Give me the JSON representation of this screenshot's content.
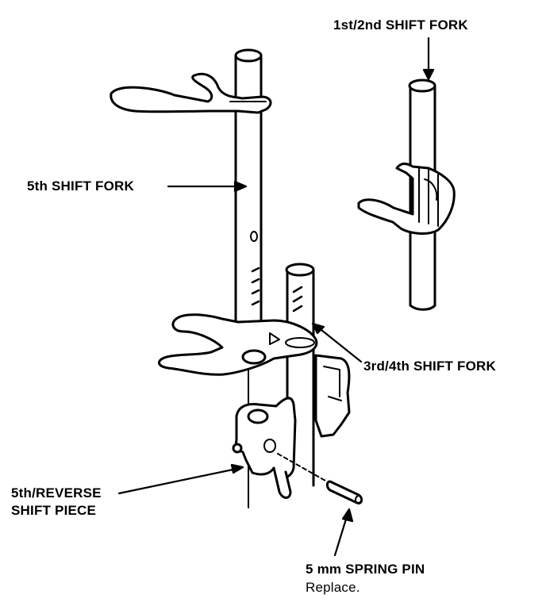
{
  "diagram": {
    "labels": {
      "first_second_fork": "1st/2nd SHIFT FORK",
      "fifth_fork": "5th SHIFT FORK",
      "third_fourth_fork": "3rd/4th SHIFT FORK",
      "fifth_reverse_line1": "5th/REVERSE",
      "fifth_reverse_line2": "SHIFT PIECE",
      "spring_pin": "5 mm SPRING PIN",
      "spring_pin_note": "Replace."
    }
  }
}
